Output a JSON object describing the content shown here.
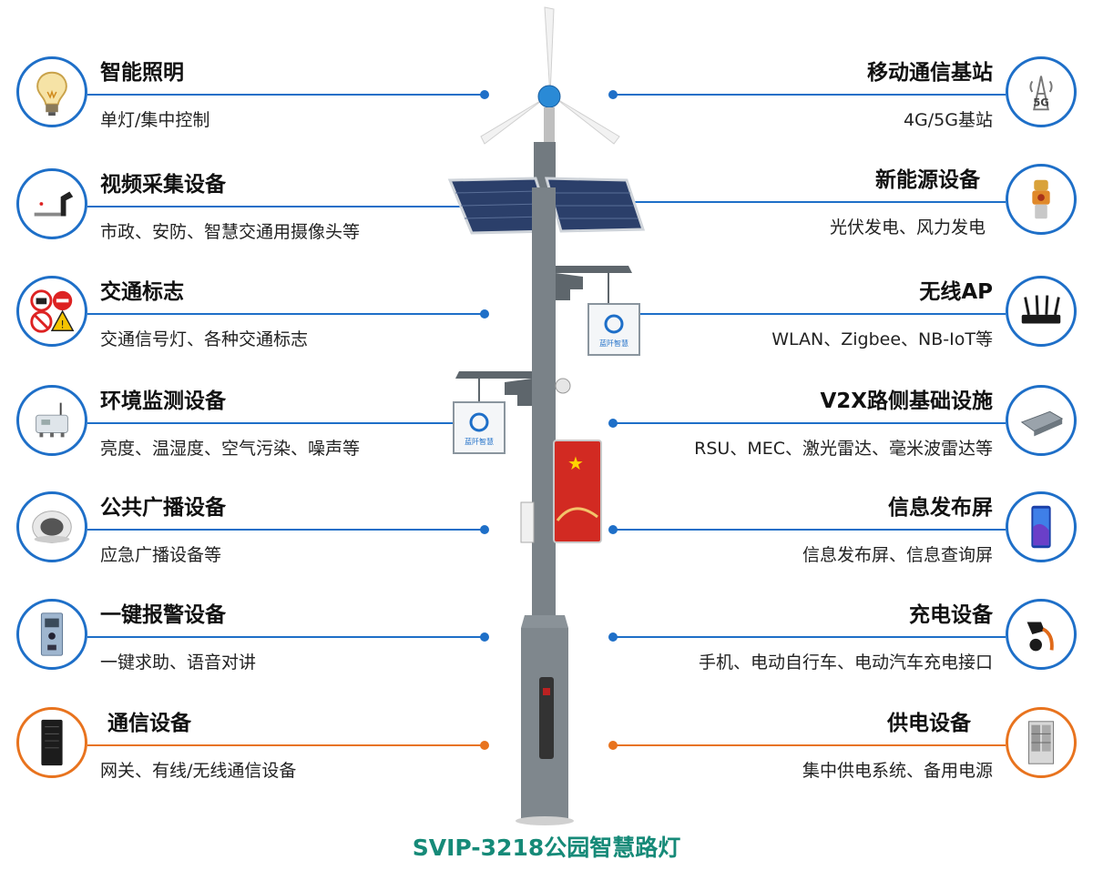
{
  "left_features": [
    {
      "title": "智能照明",
      "desc": "单灯/集中控制",
      "icon": "light-bulb-icon",
      "accent": "#1e6fc8"
    },
    {
      "title": "视频采集设备",
      "desc": "市政、安防、智慧交通用摄像头等",
      "icon": "camera-icon",
      "accent": "#1e6fc8"
    },
    {
      "title": "交通标志",
      "desc": "交通信号灯、各种交通标志",
      "icon": "traffic-sign-icon",
      "accent": "#1e6fc8"
    },
    {
      "title": "环境监测设备",
      "desc": "亮度、温湿度、空气污染、噪声等",
      "icon": "environment-sensor-icon",
      "accent": "#1e6fc8"
    },
    {
      "title": "公共广播设备",
      "desc": "应急广播设备等",
      "icon": "speaker-icon",
      "accent": "#1e6fc8"
    },
    {
      "title": "一键报警设备",
      "desc": "一键求助、语音对讲",
      "icon": "alarm-panel-icon",
      "accent": "#1e6fc8"
    },
    {
      "title": "通信设备",
      "desc": "网关、有线/无线通信设备",
      "icon": "server-cabinet-icon",
      "accent": "#e8731e"
    }
  ],
  "right_features": [
    {
      "title": "移动通信基站",
      "desc": "4G/5G基站",
      "icon": "5g-tower-icon",
      "accent": "#1e6fc8"
    },
    {
      "title": "新能源设备",
      "desc": "光伏发电、风力发电",
      "icon": "energy-device-icon",
      "accent": "#1e6fc8"
    },
    {
      "title": "无线AP",
      "desc": "WLAN、Zigbee、NB-IoT等",
      "icon": "wifi-router-icon",
      "accent": "#1e6fc8"
    },
    {
      "title": "V2X路侧基础设施",
      "desc": "RSU、MEC、激光雷达、毫米波雷达等",
      "icon": "roadside-unit-icon",
      "accent": "#1e6fc8"
    },
    {
      "title": "信息发布屏",
      "desc": "信息发布屏、信息查询屏",
      "icon": "display-screen-icon",
      "accent": "#1e6fc8"
    },
    {
      "title": "充电设备",
      "desc": "手机、电动自行车、电动汽车充电接口",
      "icon": "ev-charger-icon",
      "accent": "#1e6fc8"
    },
    {
      "title": "供电设备",
      "desc": "集中供电系统、备用电源",
      "icon": "power-cabinet-icon",
      "accent": "#e8731e"
    }
  ],
  "pole": {
    "lantern_logo_text": "蓝阡智慧"
  },
  "caption": "SVIP-3218公园智慧路灯"
}
